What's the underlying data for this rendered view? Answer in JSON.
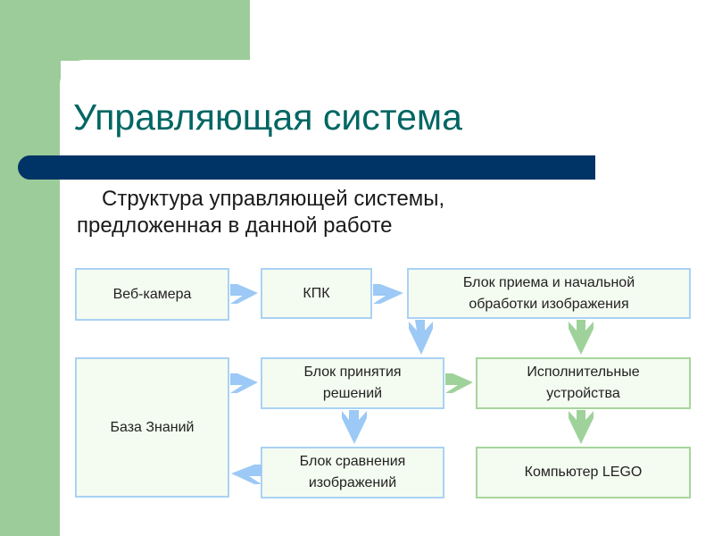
{
  "title": "Управляющая система",
  "subtitle": {
    "line1": "Структура управляющей системы,",
    "line2": "предложенная в данной работе"
  },
  "boxes": {
    "webcam": "Веб-камера",
    "pda": "КПК",
    "receive1": "Блок приема и начальной",
    "receive2": "обработки изображения",
    "kb": "База Знаний",
    "decide1": "Блок принятия",
    "decide2": "решений",
    "exec1": "Исполнительные",
    "exec2": "устройства",
    "compare1": "Блок сравнения",
    "compare2": "изображений",
    "lego": "Компьютер LEGO"
  },
  "colors": {
    "blue_arrow": "#9cc9f5",
    "green_arrow": "#9fd29a",
    "title": "#006663",
    "bar": "#003366"
  }
}
